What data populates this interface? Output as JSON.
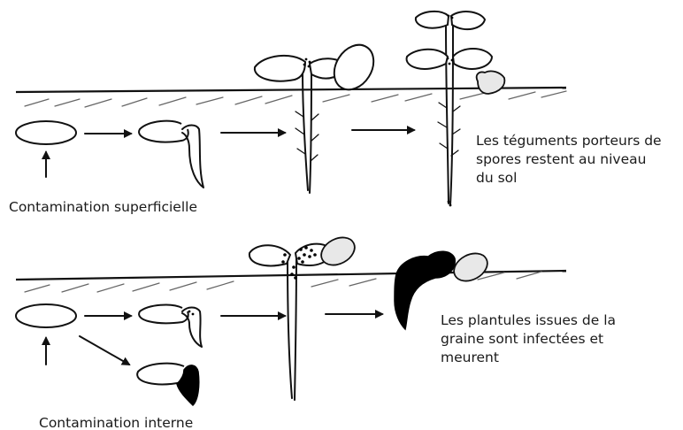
{
  "labels": {
    "top_caption": "Contamination superficielle",
    "top_note": [
      "Les téguments porteurs de",
      "spores restent au niveau",
      "du sol"
    ],
    "bottom_caption": "Contamination interne",
    "bottom_note": [
      "Les plantules issues de la",
      "graine sont infectées et",
      "meurent"
    ]
  }
}
